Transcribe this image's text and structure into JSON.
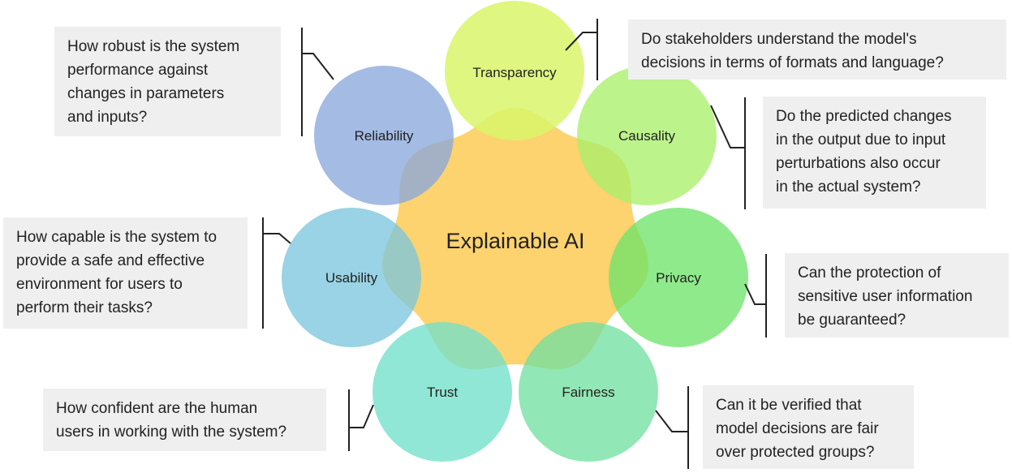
{
  "center": {
    "label": "Explainable AI",
    "color": "#fcd36e"
  },
  "nodes": [
    {
      "key": "transparency",
      "label": "Transparency",
      "color": "#d9f56a",
      "question": "Do stakeholders understand the model's\ndecisions in terms of formats and language?"
    },
    {
      "key": "causality",
      "label": "Causality",
      "color": "#a9ef6a",
      "question": "Do the predicted changes\nin the output due to input\nperturbations also occur\nin the actual system?"
    },
    {
      "key": "privacy",
      "label": "Privacy",
      "color": "#6fe46a",
      "question": "Can the protection of\nsensitive user information\nbe guaranteed?"
    },
    {
      "key": "fairness",
      "label": "Fairness",
      "color": "#72e0a0",
      "question": "Can it be verified that\nmodel decisions are fair\nover protected groups?"
    },
    {
      "key": "trust",
      "label": "Trust",
      "color": "#72e0c9",
      "question": "How confident are the human\nusers in working with the system?"
    },
    {
      "key": "usability",
      "label": "Usability",
      "color": "#7cc6de",
      "question": "How capable is the system to\nprovide a safe and effective\nenvironment for users to\nperform their tasks?"
    },
    {
      "key": "reliability",
      "label": "Reliability",
      "color": "#8ba8dd",
      "question": "How robust is the system\nperformance against\nchanges in parameters\nand inputs?"
    }
  ]
}
